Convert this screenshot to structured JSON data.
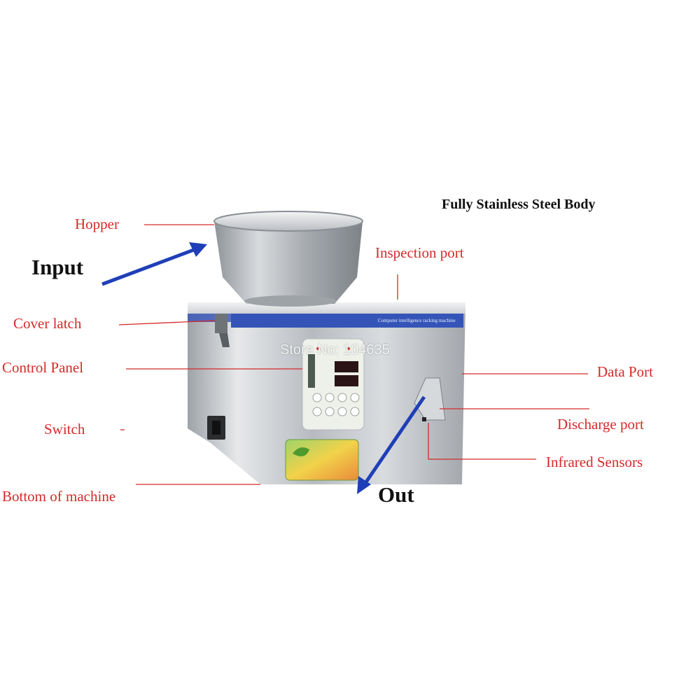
{
  "heading": "Fully Stainless Steel Body",
  "watermark": "Store No: 104635",
  "flow": {
    "input": "Input",
    "output": "Out"
  },
  "banner_text": "Computer intelligence racking machine",
  "labels": {
    "hopper": "Hopper",
    "cover_latch": "Cover latch",
    "control_panel": "Control Panel",
    "switch": "Switch",
    "bottom": "Bottom of machine",
    "inspection_port": "Inspection port",
    "data_port": "Data Port",
    "discharge_port": "Discharge port",
    "infrared_sensors": "Infrared Sensors"
  },
  "colors": {
    "label_red": "#d42a2a",
    "arrow_blue": "#1f3fb8",
    "steel": "#c9ccd0"
  }
}
